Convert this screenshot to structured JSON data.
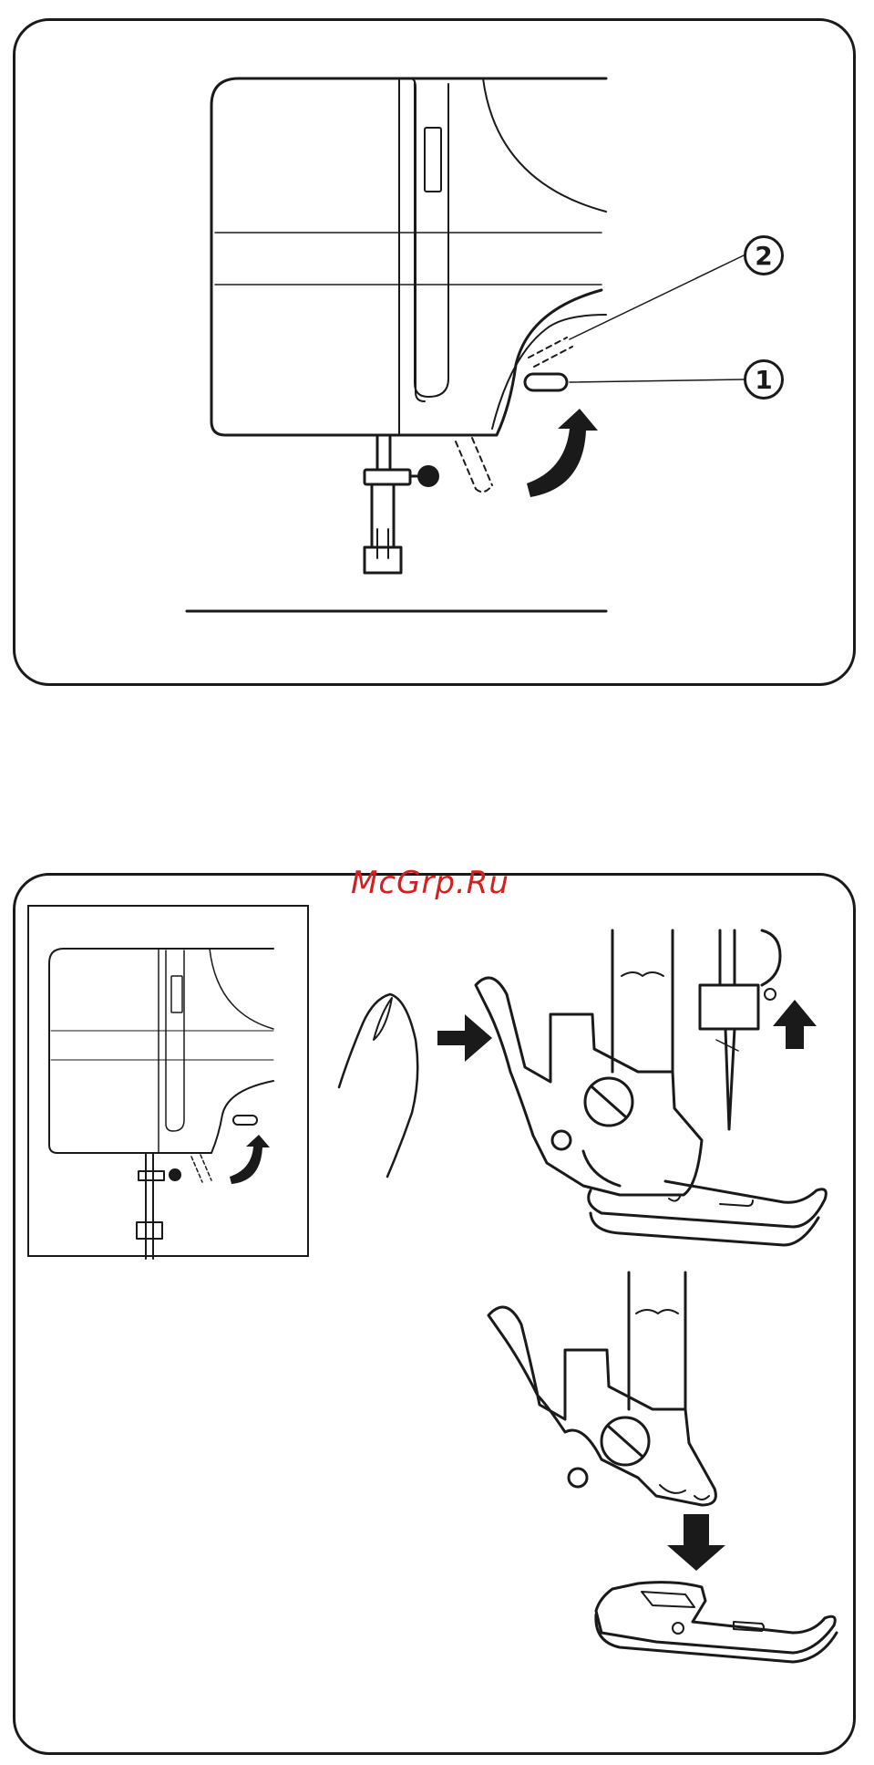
{
  "watermark": "McGrp.Ru",
  "panel1": {
    "callouts": [
      {
        "label": "2"
      },
      {
        "label": "1"
      }
    ]
  },
  "colors": {
    "line": "#1a1a1a",
    "watermark": "#d42020",
    "background": "#ffffff"
  },
  "icons": [
    "curved-arrow-up-icon",
    "arrow-right-icon",
    "arrow-up-icon",
    "arrow-down-icon",
    "finger-icon"
  ]
}
